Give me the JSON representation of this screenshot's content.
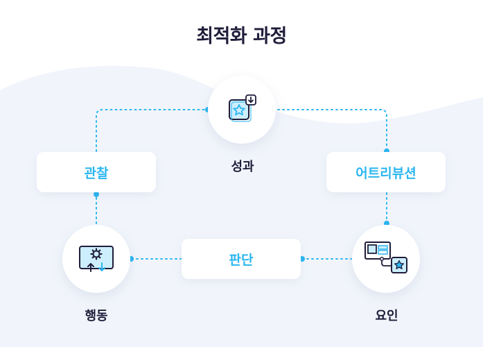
{
  "title": "최적화 과정",
  "nodes": {
    "performance": {
      "label": "성과",
      "icon": "star-box-download-icon"
    },
    "action": {
      "label": "행동",
      "icon": "monitor-gear-icon"
    },
    "factor": {
      "label": "요인",
      "icon": "media-card-star-icon"
    }
  },
  "steps": {
    "observation": "관찰",
    "attribution": "어트리뷰션",
    "judgment": "판단"
  },
  "colors": {
    "accent": "#2bb6f0",
    "dark": "#1f1d3a",
    "background_wave": "#f1f5fb",
    "icon_fill": "#cdeefd"
  }
}
